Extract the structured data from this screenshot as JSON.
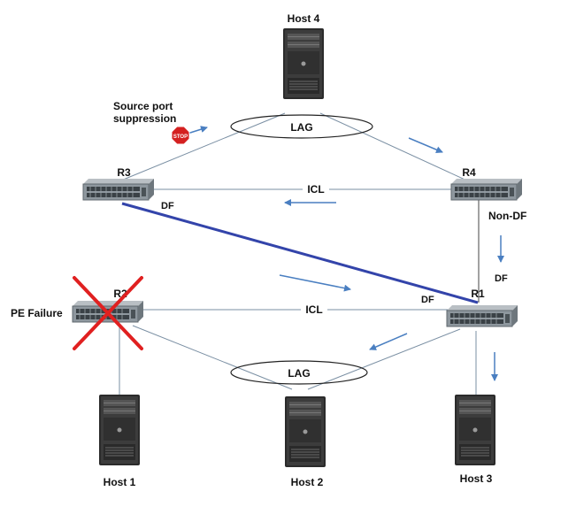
{
  "colors": {
    "link": "#7a8fa3",
    "peer_link": "#3344aa",
    "flow_arrow": "#4a7fc1",
    "failure_x": "#e02020",
    "stop_sign": "#d42020"
  },
  "hosts": {
    "host4": "Host 4",
    "host1": "Host 1",
    "host2": "Host 2",
    "host3": "Host 3"
  },
  "routers": {
    "r1": "R1",
    "r2": "R2",
    "r3": "R3",
    "r4": "R4"
  },
  "links": {
    "lag_top": "LAG",
    "lag_bottom": "LAG",
    "icl_top": "ICL",
    "icl_bottom": "ICL"
  },
  "roles": {
    "r3_df": "DF",
    "r4_non_df": "Non-DF",
    "r4_df": "DF",
    "r1_df": "DF"
  },
  "annotations": {
    "source_port_line1": "Source port",
    "source_port_line2": "suppression",
    "stop_sign_text": "STOP",
    "pe_failure": "PE Failure"
  },
  "icons": {
    "server": "server-tower-icon",
    "switch": "network-switch-icon",
    "stop": "stop-sign-icon",
    "failure": "red-x-icon"
  }
}
